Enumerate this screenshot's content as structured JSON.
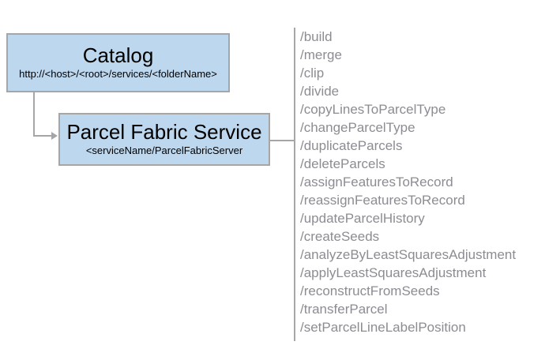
{
  "diagram": {
    "catalog": {
      "title": "Catalog",
      "subtitle": "http://<host>/<root>/services/<folderName>"
    },
    "service": {
      "title": "Parcel Fabric Service",
      "subtitle": "<serviceName/ParcelFabricServer"
    }
  },
  "endpoints": {
    "items": [
      "/build",
      "/merge",
      "/clip",
      "/divide",
      "/copyLinesToParcelType",
      "/changeParcelType",
      "/duplicateParcels",
      "/deleteParcels",
      "/assignFeaturesToRecord",
      "/reassignFeaturesToRecord",
      "/updateParcelHistory",
      "/createSeeds",
      "/analyzeByLeastSquaresAdjustment",
      "/applyLeastSquaresAdjustment",
      "/reconstructFromSeeds",
      "/transferParcel",
      "/setParcelLineLabelPosition"
    ]
  },
  "colors": {
    "node_fill": "#bdd7ee",
    "node_border": "#a6a6a6",
    "connector": "#a6a6a6",
    "endpoint_text": "#8c8c93",
    "title_text": "#000000",
    "background": "#ffffff"
  }
}
